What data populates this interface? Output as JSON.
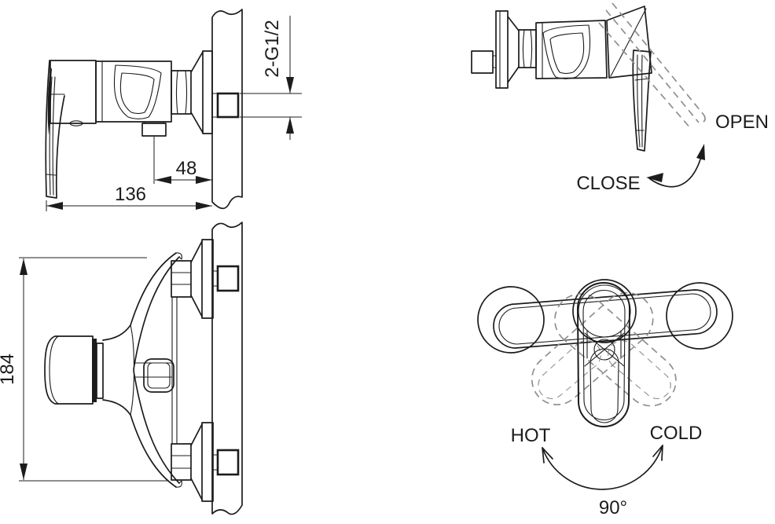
{
  "colors": {
    "line": "#1c1c1c",
    "dashed_line": "#8f8f8f",
    "background": "#ffffff"
  },
  "side_view": {
    "width_dim": "136",
    "depth_dim": "48",
    "thread_dim": "2-G1/2"
  },
  "plan_view": {
    "height_dim": "184"
  },
  "open_close_view": {
    "open_label": "OPEN",
    "close_label": "CLOSE"
  },
  "rotation_view": {
    "hot_label": "HOT",
    "cold_label": "COLD",
    "angle_label": "90°"
  }
}
